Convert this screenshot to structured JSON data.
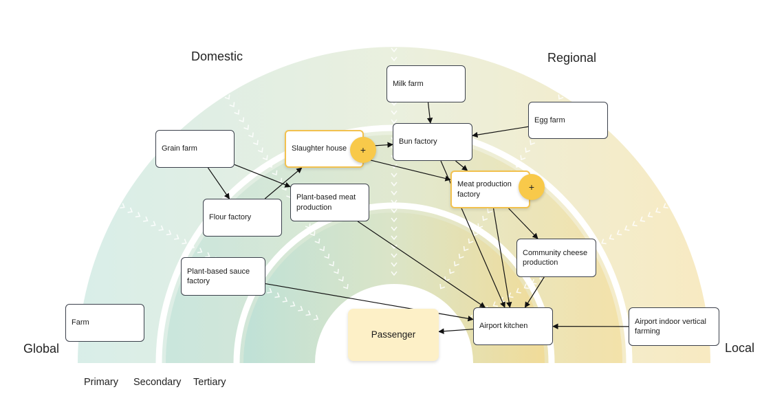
{
  "scope_labels": {
    "global": "Global",
    "domestic": "Domestic",
    "regional": "Regional",
    "local": "Local"
  },
  "level_labels": {
    "primary": "Primary",
    "secondary": "Secondary",
    "tertiary": "Tertiary"
  },
  "nodes": {
    "milk_farm": "Milk farm",
    "egg_farm": "Egg farm",
    "grain_farm": "Grain farm",
    "slaughter_house": "Slaughter house",
    "bun_factory": "Bun factory",
    "meat_factory": "Meat production factory",
    "plant_meat": "Plant-based meat production",
    "flour_factory": "Flour factory",
    "community_cheese": "Community cheese production",
    "plant_sauce": "Plant-based sauce factory",
    "farm": "Farm",
    "airport_kitchen": "Airport kitchen",
    "indoor_farming": "Airport indoor vertical farming",
    "passenger": "Passenger"
  },
  "plus_symbol": "+",
  "edges": [
    [
      "grain_farm",
      "flour_factory"
    ],
    [
      "grain_farm",
      "plant_meat"
    ],
    [
      "flour_factory",
      "slaughter_house"
    ],
    [
      "slaughter_house",
      "bun_factory"
    ],
    [
      "slaughter_house",
      "meat_factory"
    ],
    [
      "milk_farm",
      "bun_factory"
    ],
    [
      "egg_farm",
      "bun_factory"
    ],
    [
      "bun_factory",
      "meat_factory"
    ],
    [
      "meat_factory",
      "community_cheese"
    ],
    [
      "plant_meat",
      "airport_kitchen"
    ],
    [
      "meat_factory",
      "airport_kitchen"
    ],
    [
      "community_cheese",
      "airport_kitchen"
    ],
    [
      "plant_sauce",
      "airport_kitchen"
    ],
    [
      "indoor_farming",
      "airport_kitchen"
    ],
    [
      "airport_kitchen",
      "passenger"
    ],
    [
      "bun_factory",
      "airport_kitchen"
    ]
  ],
  "colors": {
    "global_tint": "#b9dfd6",
    "local_tint": "#f2d98f",
    "highlight": "#f2c14e",
    "plus": "#f8c94a",
    "passenger": "#fdf0c7"
  }
}
